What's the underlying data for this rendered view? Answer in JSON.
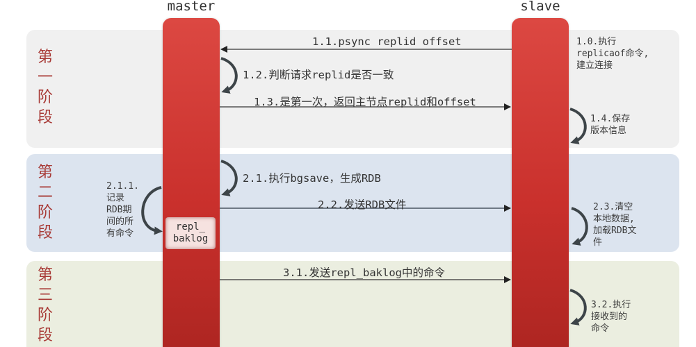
{
  "actors": {
    "master": "master",
    "slave": "slave"
  },
  "phases": [
    {
      "label": "第\n一\n阶\n段",
      "background": "#f0f0f0"
    },
    {
      "label": "第\n二\n阶\n段",
      "background": "#dce4ef"
    },
    {
      "label": "第\n三\n阶\n段",
      "background": "#ebeee0"
    }
  ],
  "messages": {
    "m1_1": "1.1.psync replid offset",
    "m1_2": "1.2.判断请求replid是否一致",
    "m1_3": "1.3.是第一次，返回主节点replid和offset",
    "m2_1": "2.1.执行bgsave，生成RDB",
    "m2_2": "2.2.发送RDB文件",
    "m3_1": "3.1.发送repl_baklog中的命令"
  },
  "notes": {
    "n1_0": "1.0.执行\nreplicaof命令,\n建立连接",
    "n1_4": "1.4.保存\n版本信息",
    "n2_1_1": "2.1.1.\n记录\nRDB期\n间的所\n有命令",
    "n2_3": "2.3.清空\n本地数据,\n加载RDB文\n件",
    "n3_2": "3.2.执行\n接收到的\n命令"
  },
  "backlog": {
    "label": "repl_\nbaklog"
  },
  "colors": {
    "lifeline": "#c9302c",
    "phase_label": "#a83a36",
    "arrow": "#333333",
    "self_arrow": "#3d4448"
  }
}
